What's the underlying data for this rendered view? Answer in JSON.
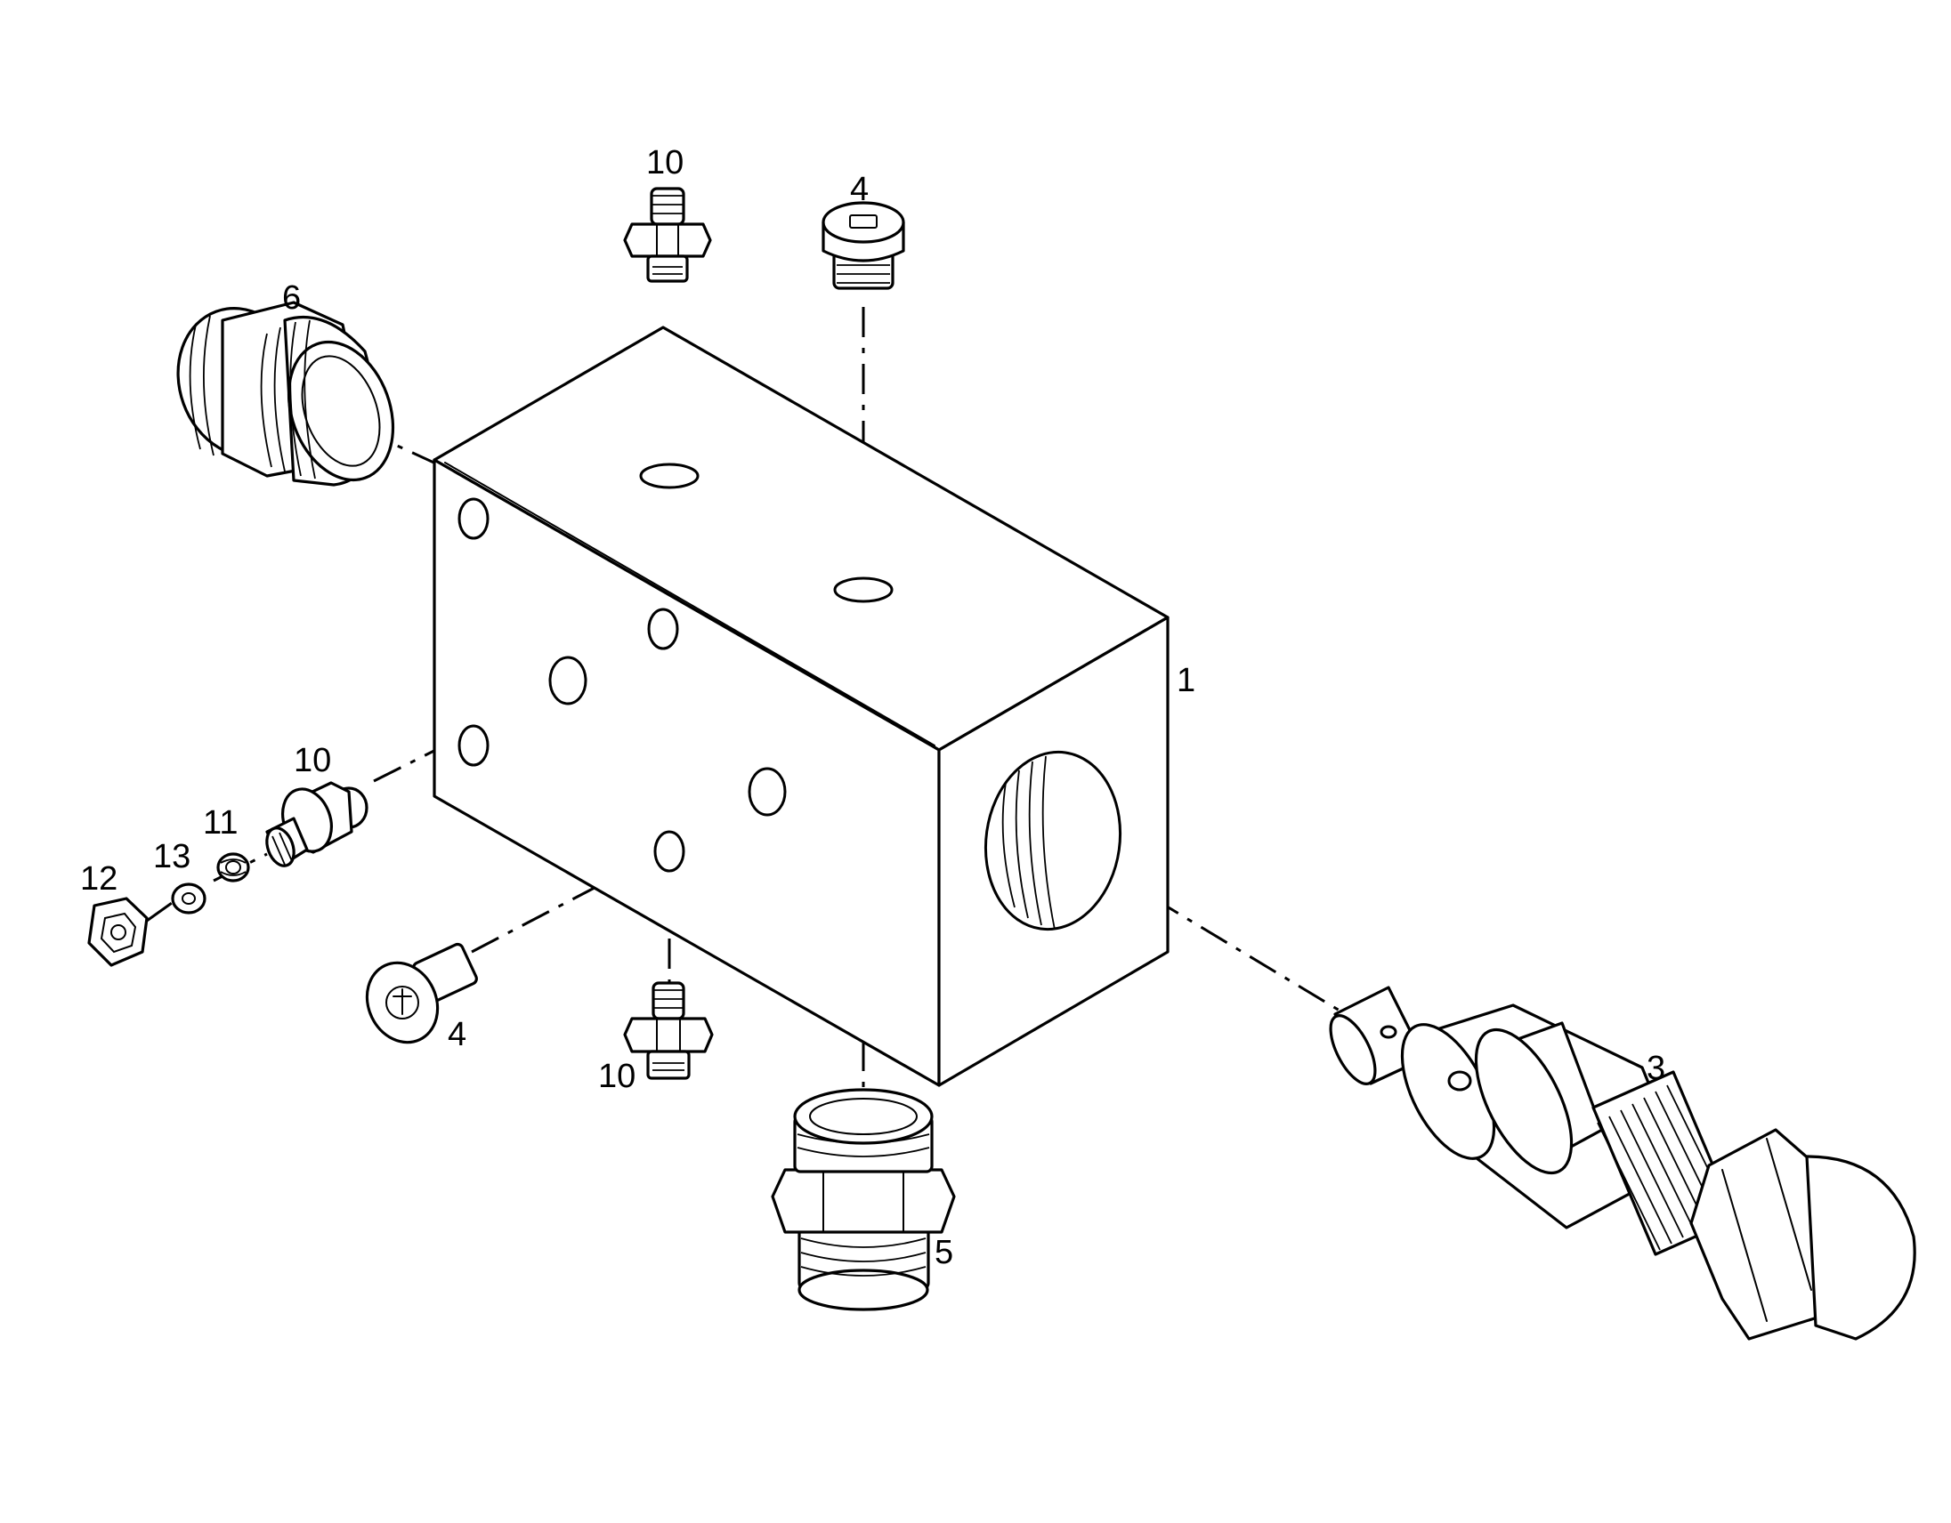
{
  "colors": {
    "line": "#000000",
    "background": "#ffffff"
  },
  "callouts": [
    {
      "id": "block",
      "label": "1"
    },
    {
      "id": "sensor",
      "label": "3"
    },
    {
      "id": "plug-top",
      "label": "4"
    },
    {
      "id": "plug-front",
      "label": "4"
    },
    {
      "id": "fitting-bottom",
      "label": "5"
    },
    {
      "id": "fitting-left",
      "label": "6"
    },
    {
      "id": "nipple-top",
      "label": "10"
    },
    {
      "id": "nipple-left",
      "label": "10"
    },
    {
      "id": "nipple-bottom",
      "label": "10"
    },
    {
      "id": "seal",
      "label": "11"
    },
    {
      "id": "nut",
      "label": "12"
    },
    {
      "id": "washer",
      "label": "13"
    }
  ]
}
